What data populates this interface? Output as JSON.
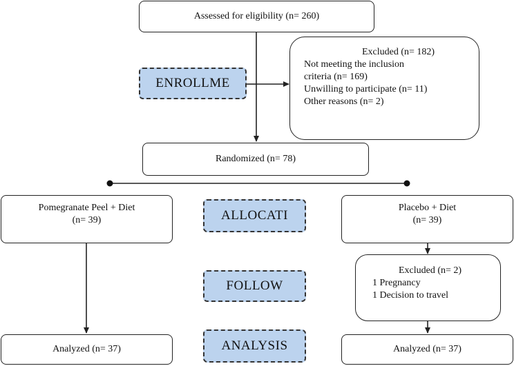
{
  "colors": {
    "stage_fill": "#bcd3ee",
    "stroke": "#222222"
  },
  "assessed": "Assessed for eligibility (n= 260)",
  "excluded_enroll": {
    "title": "Excluded (n= 182)",
    "lines": [
      "Not meeting the inclusion",
      "criteria (n= 169)",
      "Unwilling to participate (n= 11)",
      "Other reasons (n= 2)"
    ]
  },
  "randomized": "Randomized (n= 78)",
  "stages": {
    "enrollment": "ENROLLME",
    "allocation": "ALLOCATI",
    "follow": "FOLLOW",
    "analysis": "ANALYSIS"
  },
  "left_arm": {
    "name": "Pomegranate Peel + Diet",
    "n": "(n= 39)",
    "analyzed": "Analyzed (n= 37)"
  },
  "right_arm": {
    "name": "Placebo + Diet",
    "n": "(n= 39)",
    "excluded_title": "Excluded (n= 2)",
    "excluded_lines": [
      "1 Pregnancy",
      "1 Decision to travel"
    ],
    "analyzed": "Analyzed (n= 37)"
  }
}
